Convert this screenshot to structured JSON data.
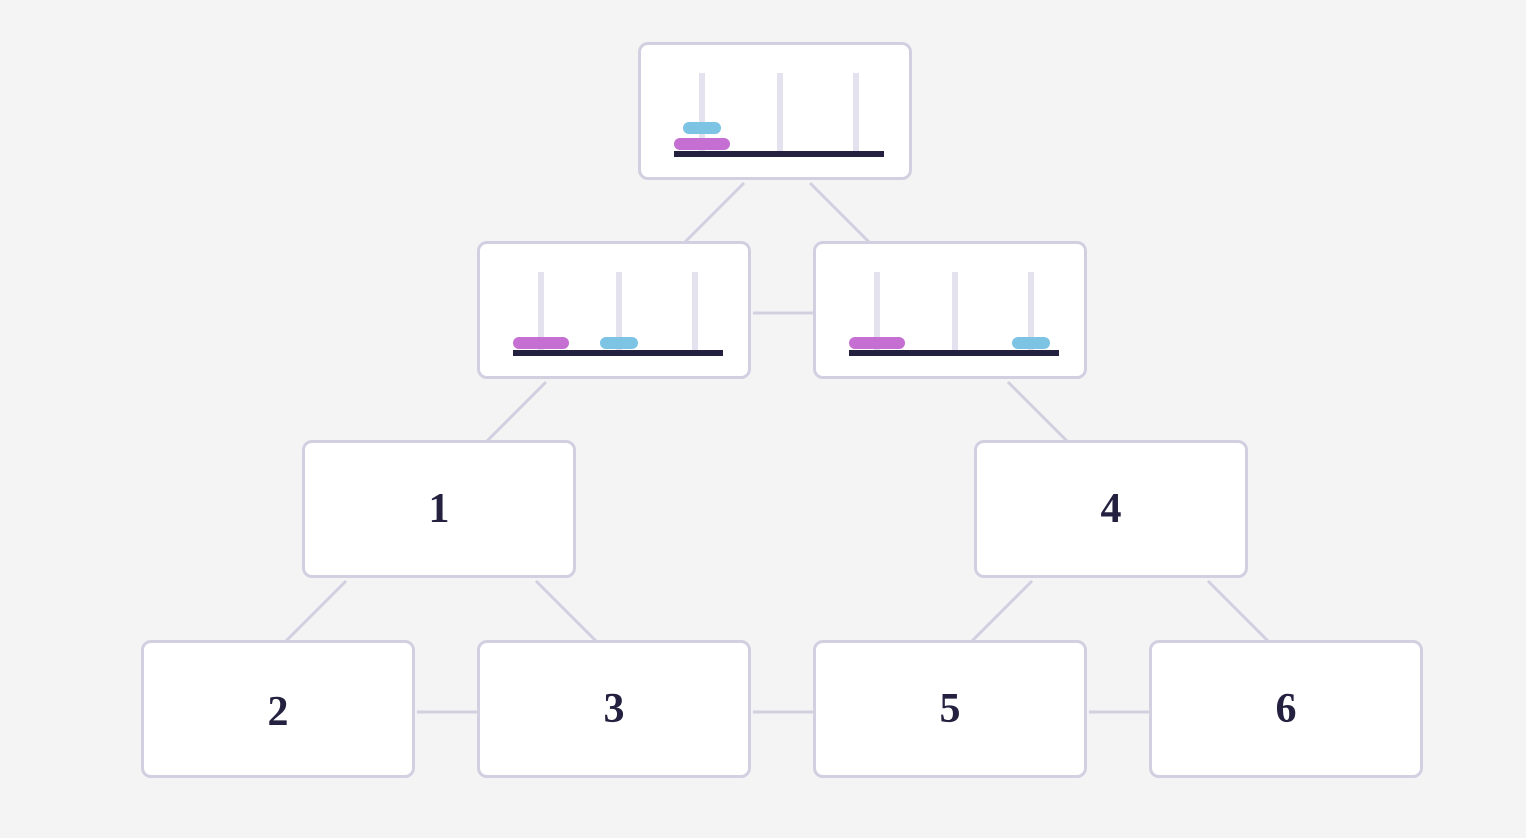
{
  "colors": {
    "background": "#f5f4f5",
    "node_border": "#d2cfe0",
    "base": "#23213f",
    "large_disk": "#c46fd1",
    "small_disk": "#7cc3e4",
    "label": "#23213f"
  },
  "game": {
    "pegs": 3,
    "disks": [
      {
        "id": "large",
        "size": 2,
        "color": "#c46fd1"
      },
      {
        "id": "small",
        "size": 1,
        "color": "#7cc3e4"
      }
    ]
  },
  "tree": {
    "root": {
      "state": [
        [
          "large",
          "small"
        ],
        [],
        []
      ]
    },
    "level2_left": {
      "state": [
        [
          "large"
        ],
        [
          "small"
        ],
        []
      ]
    },
    "level2_right": {
      "state": [
        [
          "large"
        ],
        [],
        [
          "small"
        ]
      ]
    },
    "node_1": {
      "label": "1"
    },
    "node_4": {
      "label": "4"
    },
    "node_2": {
      "label": "2"
    },
    "node_3": {
      "label": "3"
    },
    "node_5": {
      "label": "5"
    },
    "node_6": {
      "label": "6"
    }
  }
}
